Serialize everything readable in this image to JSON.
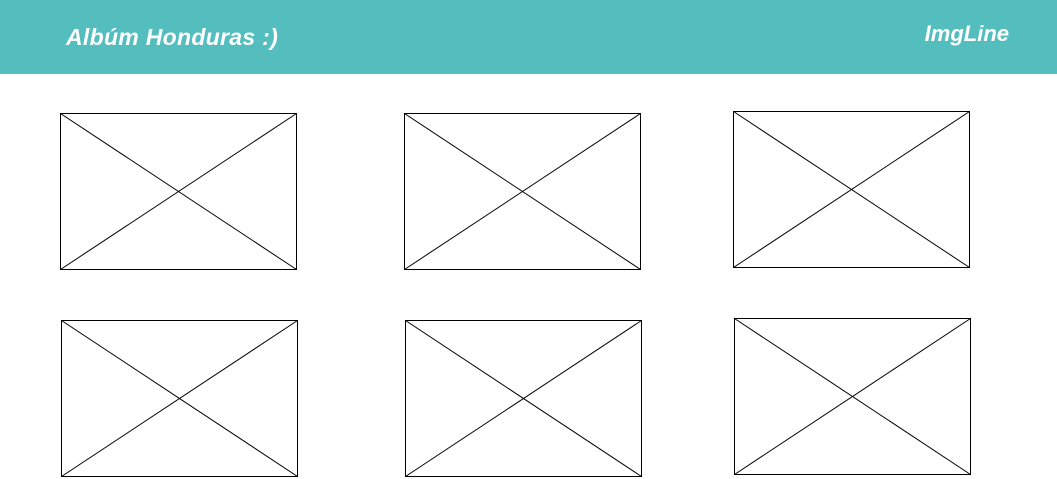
{
  "header": {
    "title": "Albúm Honduras :)",
    "brand": "ImgLine",
    "background_color": "#54bebf",
    "text_color": "#ffffff"
  },
  "gallery": {
    "image_count": 6,
    "placeholder_icon": "image-placeholder-icon"
  }
}
